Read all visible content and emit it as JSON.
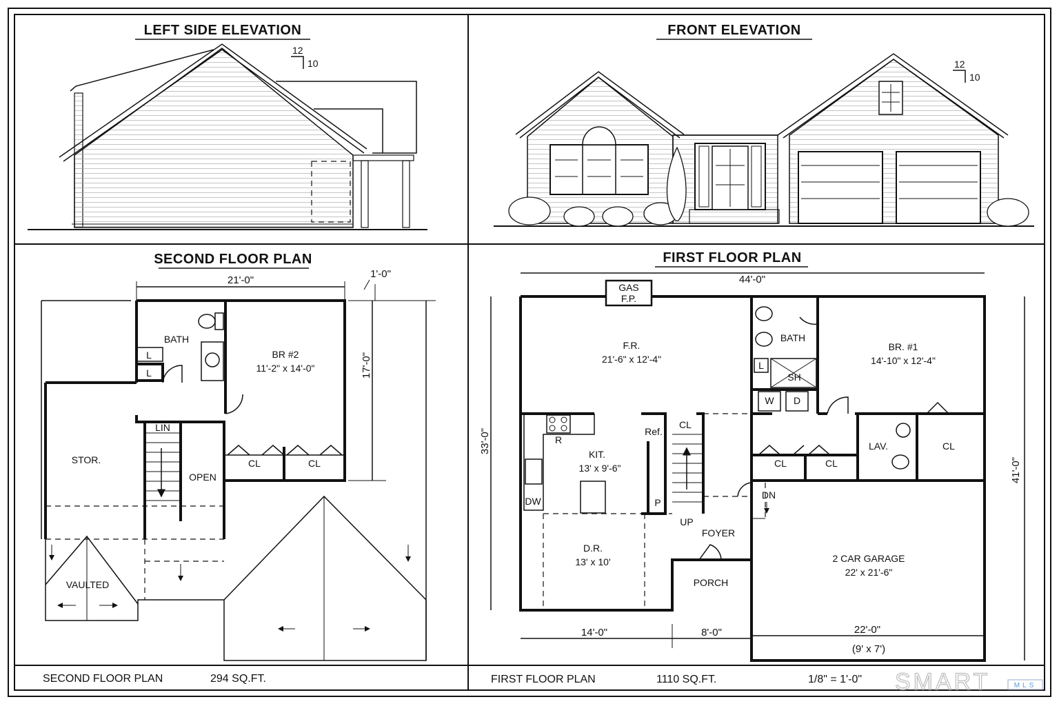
{
  "sheet": {
    "scale_note": "1/8\" = 1'-0\"",
    "logo_text": "SMART",
    "logo_sub": "MLS"
  },
  "left_elevation": {
    "title": "LEFT SIDE ELEVATION",
    "pitch_run": "12",
    "pitch_rise": "10"
  },
  "front_elevation": {
    "title": "FRONT ELEVATION",
    "pitch_run": "12",
    "pitch_rise": "10"
  },
  "second_floor": {
    "title": "SECOND FLOOR PLAN",
    "footer_label": "SECOND FLOOR PLAN",
    "footer_area": "294 SQ.FT.",
    "dims": {
      "width": "21'-0\"",
      "depth": "17'-0\"",
      "overhang": "1'-0\""
    },
    "rooms": {
      "bath": "BATH",
      "br2_name": "BR #2",
      "br2_size": "11'-2\" x 14'-0\"",
      "linen_1": "L",
      "linen_2": "L",
      "lin": "LIN",
      "stor": "STOR.",
      "open": "OPEN",
      "cl_1": "CL",
      "cl_2": "CL",
      "vaulted": "VAULTED"
    }
  },
  "first_floor": {
    "title": "FIRST FLOOR PLAN",
    "footer_label": "FIRST FLOOR PLAN",
    "footer_area": "1110 SQ.FT.",
    "dims": {
      "width": "44'-0\"",
      "depth_left": "33'-0\"",
      "depth_right": "41'-0\"",
      "front_left": "14'-0\"",
      "front_mid": "8'-0\"",
      "front_right": "22'-0\"",
      "garage_door": "(9' x 7')"
    },
    "rooms": {
      "gas": "GAS",
      "fp": "F.P.",
      "fr_name": "F.R.",
      "fr_size": "21'-6\" x 12'-4\"",
      "bath": "BATH",
      "br1_name": "BR. #1",
      "br1_size": "14'-10\" x 12'-4\"",
      "linen": "L",
      "shower": "SH",
      "washer": "W",
      "dryer": "D",
      "cl_hall": "CL",
      "ref": "Ref.",
      "range": "R",
      "kit_name": "KIT.",
      "kit_size": "13' x 9'-6\"",
      "dw": "DW",
      "pantry": "P",
      "up": "UP",
      "dn": "DN",
      "foyer": "FOYER",
      "dr_name": "D.R.",
      "dr_size": "13' x 10'",
      "porch": "PORCH",
      "cl_a": "CL",
      "cl_b": "CL",
      "lav": "LAV.",
      "cl_lav": "CL",
      "garage_name": "2 CAR GARAGE",
      "garage_size": "22' x 21'-6\""
    }
  }
}
